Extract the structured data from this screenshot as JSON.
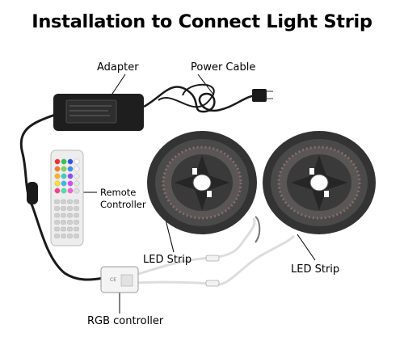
{
  "title": "Installation to Connect Light Strip",
  "labels": {
    "adapter": "Adapter",
    "power_cable": "Power Cable",
    "remote_line1": "Remote",
    "remote_line2": "Controller",
    "led_strip_left": "LED Strip",
    "led_strip_right": "LED Strip",
    "rgb_controller": "RGB controller"
  },
  "remote_button_colors": [
    "#ff2a2a",
    "#2ec84a",
    "#2a52ff",
    "#ffffff",
    "#ff7a1a",
    "#7bd84a",
    "#3a8cff",
    "#f5f5f5",
    "#ffb21a",
    "#35d0c8",
    "#8a4aff",
    "#eeeeee",
    "#ffe21a",
    "#38b8e8",
    "#d04aff",
    "#e8e8e8",
    "#ff3a8a",
    "#4ae0a8",
    "#ff5ad8",
    "#e0e0e0"
  ],
  "colors": {
    "cable": "#1a1a1a",
    "reel": "#3a3a3a",
    "reel_dark": "#222222",
    "white_wire": "#dddddd"
  }
}
